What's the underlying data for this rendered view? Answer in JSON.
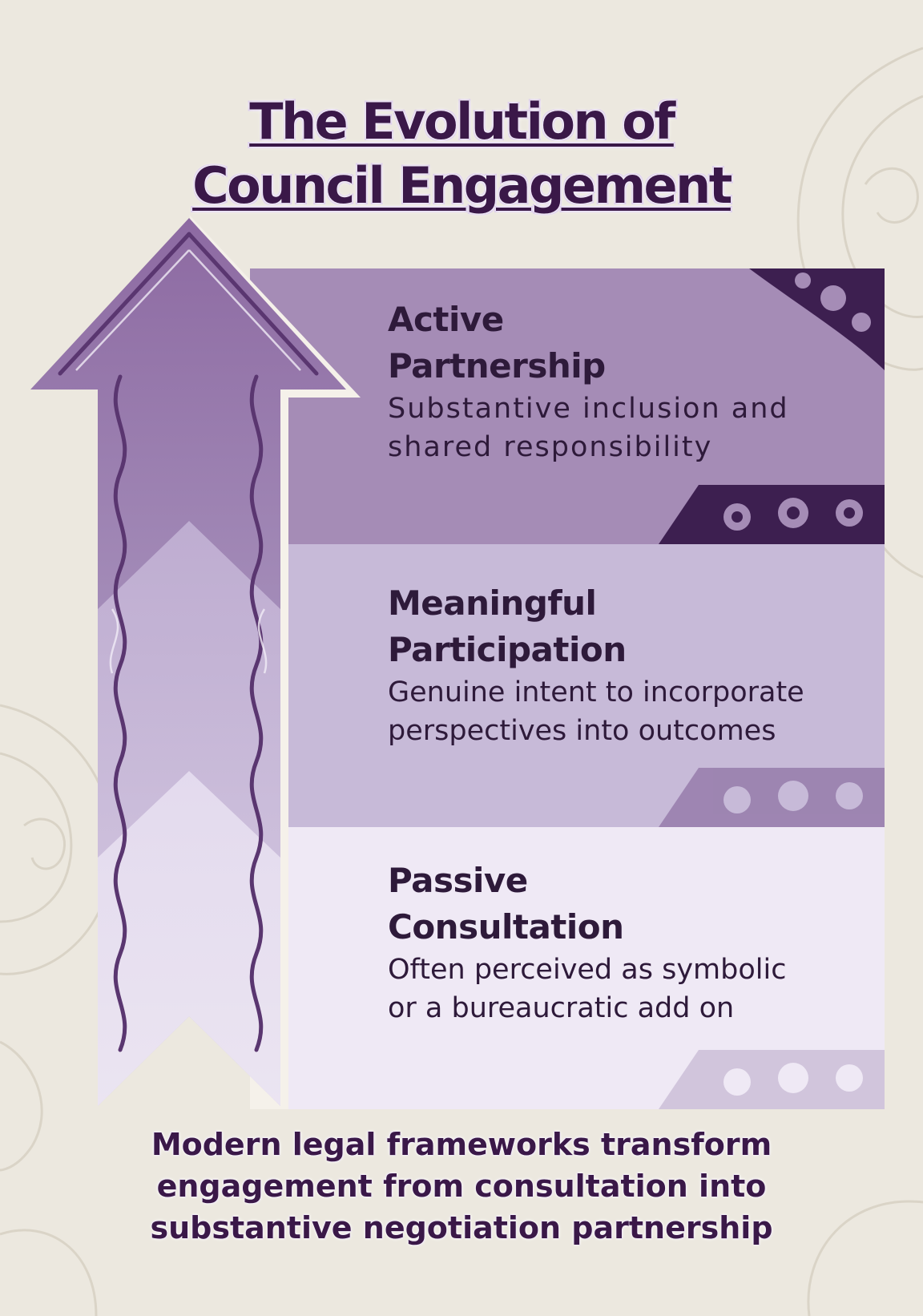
{
  "title": {
    "line1": "The Evolution of",
    "line2": "Council Engagement"
  },
  "tiers": [
    {
      "heading_line1": "Active",
      "heading_line2": "Partnership",
      "description_line1": "Substantive inclusion and",
      "description_line2": "shared responsibility",
      "color": "#a58cb6"
    },
    {
      "heading_line1": "Meaningful",
      "heading_line2": "Participation",
      "description_line1": "Genuine intent to incorporate",
      "description_line2": "perspectives into outcomes",
      "color": "#c7bad8"
    },
    {
      "heading_line1": "Passive",
      "heading_line2": "Consultation",
      "description_line1": "Often perceived as symbolic",
      "description_line2": "or a bureaucratic add on",
      "color": "#efe9f5"
    }
  ],
  "footer": {
    "line1": "Modern legal frameworks transform",
    "line2": "engagement from consultation into",
    "line3": "substantive negotiation partnership"
  },
  "colors": {
    "background": "#ece8df",
    "text_dark": "#2e1a3a",
    "title": "#3a1848",
    "arrow_dark": "#8d6aa2",
    "ornament": "#3d1f50"
  },
  "icons": [
    "koru-pattern-icon",
    "upward-arrow-icon"
  ]
}
